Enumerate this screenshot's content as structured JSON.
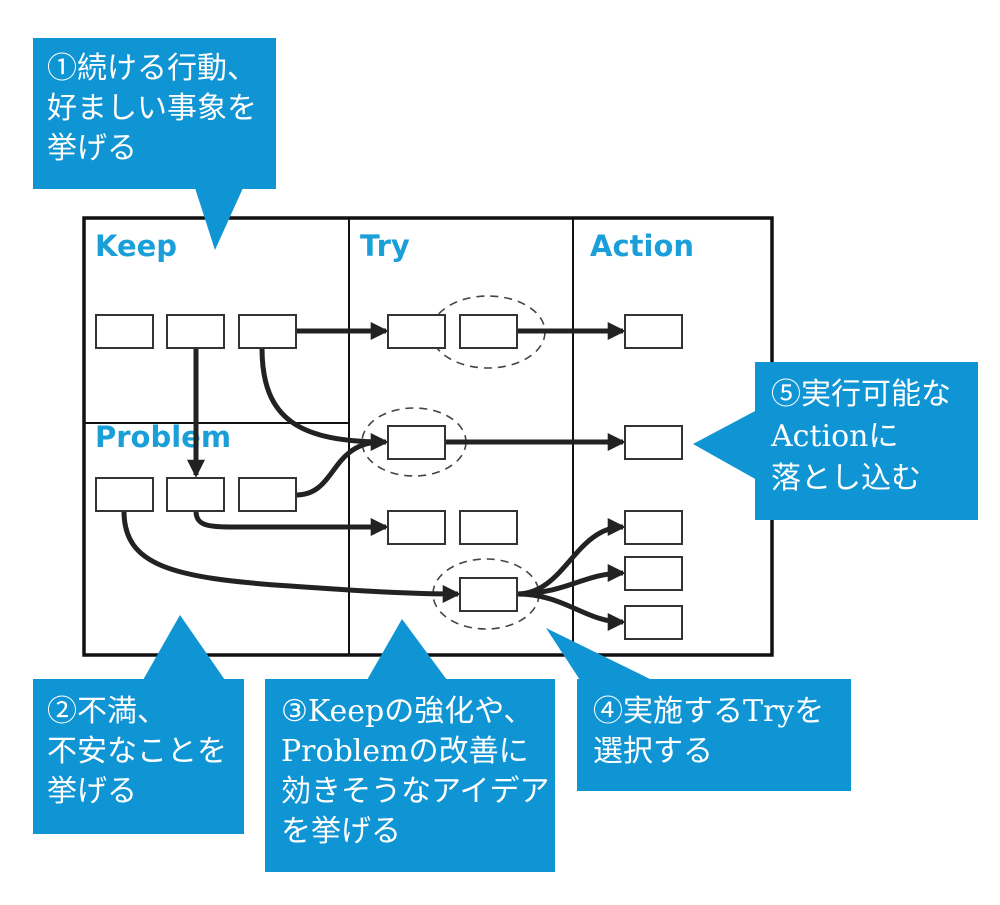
{
  "sections": {
    "keep": "Keep",
    "try": "Try",
    "action": "Action",
    "problem": "Problem"
  },
  "callouts": {
    "step1": [
      "①続ける行動、",
      "好ましい事象を",
      "挙げる"
    ],
    "step2": [
      "②不満、",
      "不安なことを",
      "挙げる"
    ],
    "step3": [
      "③Keepの強化や、",
      "Problemの改善に",
      "効きそうなアイデア",
      "を挙げる"
    ],
    "step4": [
      "④実施するTryを",
      "選択する"
    ],
    "step5": [
      "⑤実行可能な",
      "Actionに",
      "落とし込む"
    ]
  },
  "colors": {
    "callout_blue": "#0f94d4",
    "label_blue": "#1a9fd9",
    "line": "#222222"
  }
}
